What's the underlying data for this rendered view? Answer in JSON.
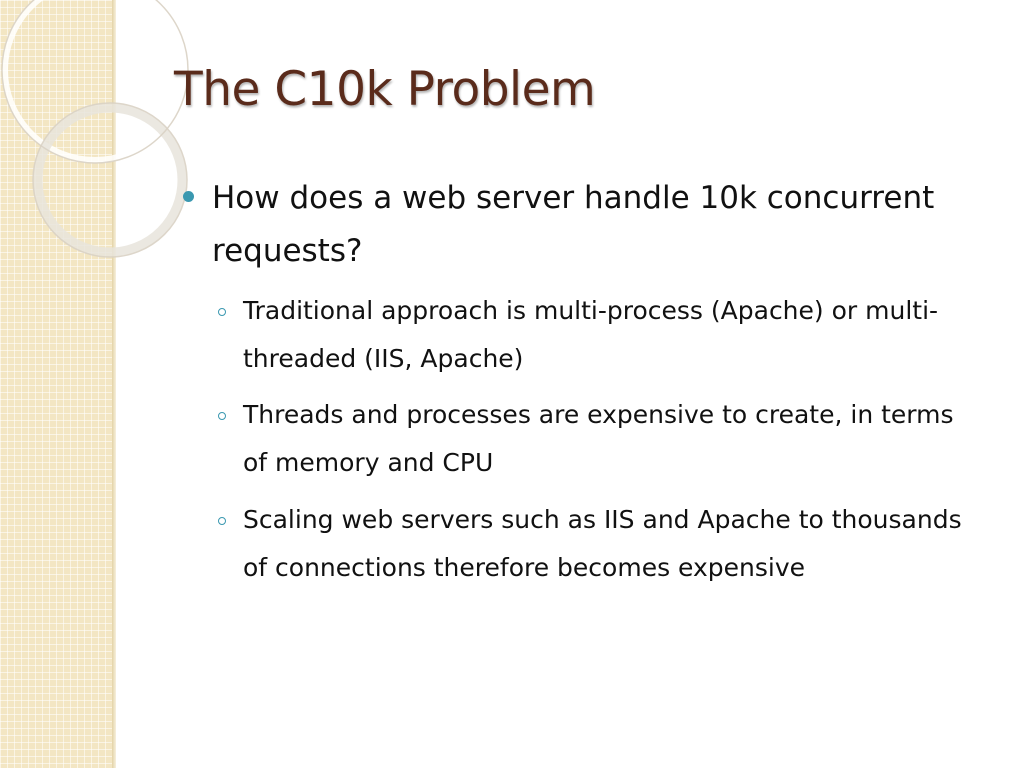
{
  "slide": {
    "title": "The C10k Problem",
    "bullets": [
      {
        "text": "How does a web server handle 10k concurrent requests?",
        "sub_bullets": [
          "Traditional approach is multi-process (Apache) or multi-threaded (IIS, Apache)",
          "Threads and processes are expensive to create, in terms of memory and CPU",
          "Scaling web servers such as IIS and Apache to thousands of connections therefore becomes expensive"
        ]
      }
    ]
  },
  "colors": {
    "title": "#5a2b1b",
    "bullet": "#3a98b0",
    "band": "#f3e6c3",
    "text": "#111111"
  }
}
